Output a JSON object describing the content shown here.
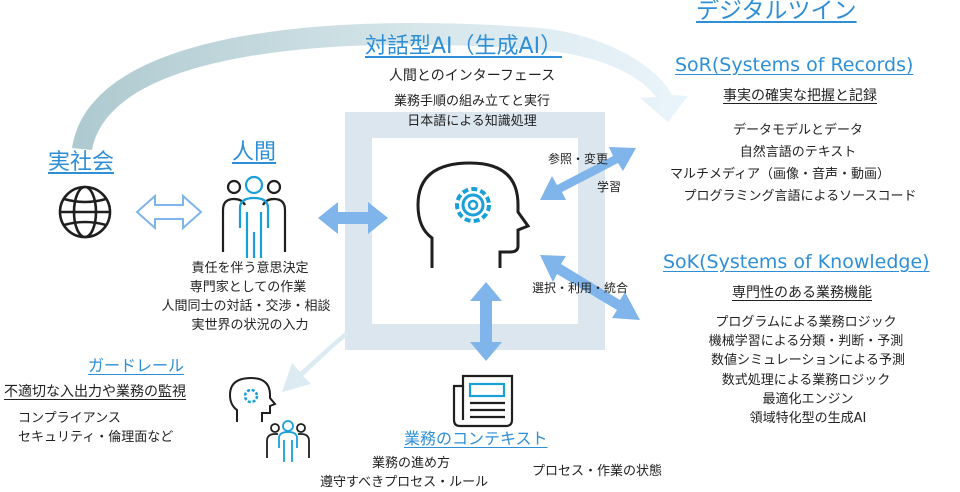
{
  "title": {
    "digital_twin": "デジタルツイン",
    "dialog_ai": "対話型AI（生成AI）"
  },
  "ai": {
    "lines": [
      "人間とのインターフェース",
      "業務手順の組み立てと実行",
      "日本語による知識処理"
    ]
  },
  "real_society": {
    "label": "実社会"
  },
  "human": {
    "label": "人間",
    "lines": [
      "責任を伴う意思決定",
      "専門家としての作業",
      "人間同士の対話・交渉・相談",
      "実世界の状況の入力"
    ]
  },
  "sor": {
    "title": "SoR(Systems of Records)",
    "subtitle": "事実の確実な把握と記録",
    "lines": [
      "データモデルとデータ",
      "自然言語のテキスト",
      "マルチメディア（画像・音声・動画）",
      "プログラミング言語によるソースコード"
    ],
    "arrow_label_1": "参照・変更",
    "arrow_label_2": "学習"
  },
  "sok": {
    "title": "SoK(Systems of Knowledge)",
    "subtitle": "専門性のある業務機能",
    "lines": [
      "プログラムによる業務ロジック",
      "機械学習による分類・判断・予測",
      "数値シミュレーションによる予測",
      "数式処理による業務ロジック",
      "最適化エンジン",
      "領域特化型の生成AI"
    ],
    "arrow_label": "選択・利用・統合"
  },
  "guardrail": {
    "title": "ガードレール",
    "subtitle": "不適切な入出力や業務の監視",
    "lines": [
      "コンプライアンス",
      "セキュリティ・倫理面など"
    ]
  },
  "context": {
    "title": "業務のコンテキスト",
    "lines": [
      "業務の進め方",
      "遵守すべきプロセス・ルール"
    ],
    "extra": "プロセス・作業の状態"
  },
  "colors": {
    "accent": "#2f8fd6",
    "arrow": "#7fb5ea",
    "frame": "#dbe6ee",
    "arc": "#c7dde3",
    "icon_dark": "#1f1f1f",
    "icon_teal": "#1aa0d8"
  }
}
